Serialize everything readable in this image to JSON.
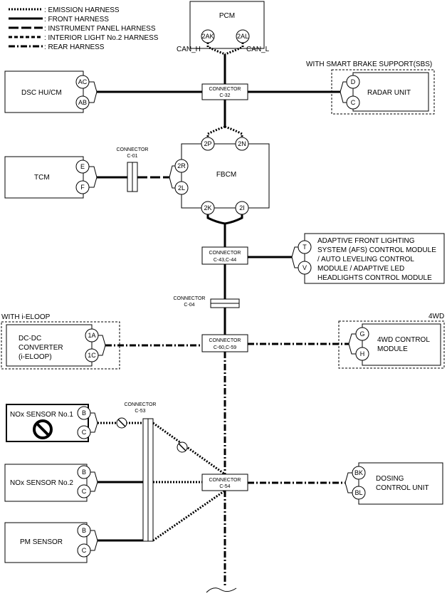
{
  "legend": [
    {
      "id": "emission",
      "label": ": EMISSION HARNESS"
    },
    {
      "id": "front",
      "label": ": FRONT HARNESS"
    },
    {
      "id": "ip",
      "label": ": INSTRUMENT PANEL HARNESS"
    },
    {
      "id": "int",
      "label": ": INTERIOR LIGHT No.2 HARNESS"
    },
    {
      "id": "rear",
      "label": ": REAR HARNESS"
    }
  ],
  "pcm": {
    "label": "PCM",
    "pin_h": "2AK",
    "pin_l": "2AL",
    "can_h": "CAN_H",
    "can_l": "CAN_L"
  },
  "dsc": {
    "label": "DSC HU/CM",
    "pin1": "AC",
    "pin2": "AB"
  },
  "radar": {
    "label": "RADAR UNIT",
    "pin1": "D",
    "pin2": "C",
    "group": "WITH SMART BRAKE SUPPORT(SBS)"
  },
  "c32": {
    "line1": "CONNECTOR",
    "line2": "C-32"
  },
  "c01": {
    "line1": "CONNECTOR",
    "line2": "C-01"
  },
  "tcm": {
    "label": "TCM",
    "pin1": "E",
    "pin2": "F"
  },
  "fbcm": {
    "label": "FBCM",
    "pin_2p": "2P",
    "pin_2n": "2N",
    "pin_2r": "2R",
    "pin_2l": "2L",
    "pin_2k": "2K",
    "pin_2i": "2I"
  },
  "c43": {
    "line1": "CONNECTOR",
    "line2": "C-43,C-44"
  },
  "afs": {
    "lines": [
      "ADAPTIVE FRONT LIGHTING",
      "SYSTEM (AFS) CONTROL MODULE",
      "/ AUTO LEVELING CONTROL",
      "MODULE / ADAPTIVE LED",
      "HEADLIGHTS CONTROL MODULE"
    ],
    "pin1": "T",
    "pin2": "V"
  },
  "c04": {
    "line1": "CONNECTOR",
    "line2": "C-04"
  },
  "dcdc": {
    "group": "WITH i-ELOOP",
    "lines": [
      "DC-DC",
      "CONVERTER",
      "(i-ELOOP)"
    ],
    "pin1": "1A",
    "pin2": "1C"
  },
  "c60": {
    "line1": "CONNECTOR",
    "line2": "C-60,C-59"
  },
  "awd": {
    "group": "4WD",
    "lines": [
      "4WD CONTROL",
      "MODULE"
    ],
    "pin1": "G",
    "pin2": "H"
  },
  "c53": {
    "line1": "CONNECTOR",
    "line2": "C-53"
  },
  "nox1": {
    "label": "NOx SENSOR No.1",
    "pin1": "B",
    "pin2": "C"
  },
  "nox2": {
    "label": "NOx SENSOR No.2",
    "pin1": "B",
    "pin2": "C"
  },
  "pm": {
    "label": "PM SENSOR",
    "pin1": "B",
    "pin2": "C"
  },
  "c54": {
    "line1": "CONNECTOR",
    "line2": "C-54"
  },
  "dosing": {
    "lines": [
      "DOSING",
      "CONTROL UNIT"
    ],
    "pin1": "BK",
    "pin2": "BL"
  }
}
